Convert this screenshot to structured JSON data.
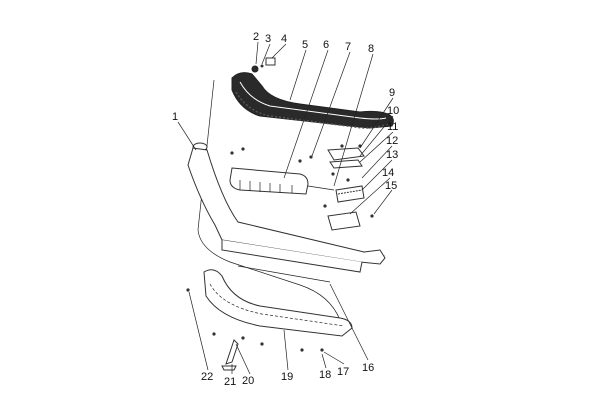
{
  "diagram": {
    "title": "Exploded view of scooter deck assembly",
    "callouts": [
      "1",
      "2",
      "3",
      "4",
      "5",
      "6",
      "7",
      "8",
      "9",
      "10",
      "11",
      "12",
      "13",
      "14",
      "15",
      "16",
      "17",
      "18",
      "19",
      "20",
      "21",
      "22"
    ]
  }
}
